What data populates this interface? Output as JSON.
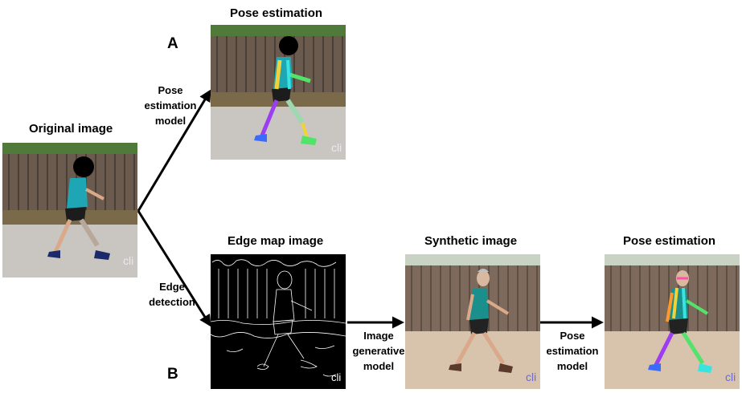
{
  "titles": {
    "original": "Original image",
    "pose_top": "Pose estimation",
    "edge_map": "Edge map image",
    "synthetic": "Synthetic image",
    "pose_bottom": "Pose estimation"
  },
  "branches": {
    "a": "A",
    "b": "B"
  },
  "arrow_labels": {
    "pose_model_top": "Pose\nestimation\nmodel",
    "edge_detection": "Edge\ndetection",
    "image_generative": "Image\ngenerative\nmodel",
    "pose_model_bottom": "Pose\nestimation\nmodel"
  },
  "watermark": "cli",
  "colors": {
    "fence": "#6b5b4e",
    "road": "#c9c5c0",
    "shirt": "#1fa6b4",
    "shorts": "#1c1c1c",
    "skeleton_green": "#54e36a",
    "skeleton_yellow": "#f0d23a",
    "skeleton_blue": "#3a6bff",
    "skeleton_purple": "#9b3df0",
    "skeleton_orange": "#ff9a2a",
    "skeleton_cyan": "#38e3e0",
    "skeleton_pink": "#ff4fa8"
  }
}
